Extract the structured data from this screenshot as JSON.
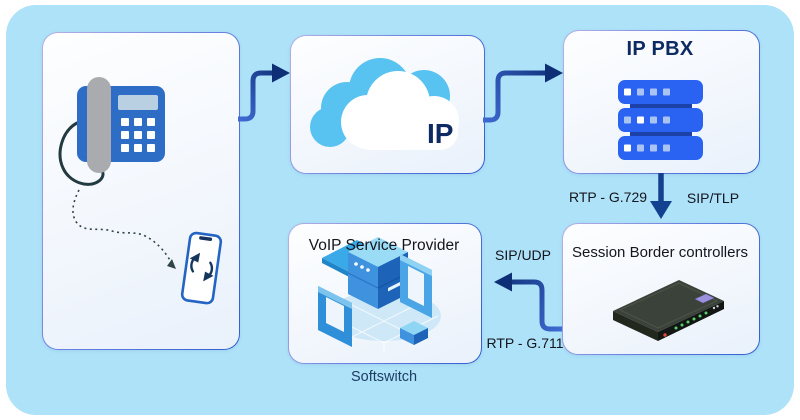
{
  "colors": {
    "page_bg": "#ffffff",
    "panel_bg": "#ade2f8",
    "card_border_blue": "#2f5fd0",
    "card_fill": "#f3f7fd",
    "arrow_blue": "#3e6ad2",
    "arrow_dark_navy": "#0e2f76",
    "navy_text": "#0d2a63",
    "dark_text": "#15151e",
    "server_blue": "#2a63f2",
    "cloud_blue": "#58c3f0"
  },
  "nodes": {
    "phones": {
      "icons": [
        "desk-phone-icon",
        "mobile-phone-icon",
        "sync-arrows-icon",
        "dotted-route-arrow"
      ]
    },
    "ip_cloud": {
      "label": "IP",
      "icon": "cloud-icon"
    },
    "ip_pbx": {
      "title": "IP PBX",
      "icon": "server-stack-icon"
    },
    "sbc": {
      "title": "Session Border controllers",
      "icon": "network-appliance-icon"
    },
    "voip": {
      "title": "VoIP Service Provider",
      "caption": "Softswitch",
      "icon": "softswitch-isometric-icon"
    }
  },
  "edges": {
    "pbx_to_sbc": {
      "left_label": "RTP - G.729",
      "right_label": "SIP/TLP"
    },
    "sbc_to_voip": {
      "top_label": "SIP/UDP",
      "bottom_label": "RTP - G.711"
    }
  }
}
